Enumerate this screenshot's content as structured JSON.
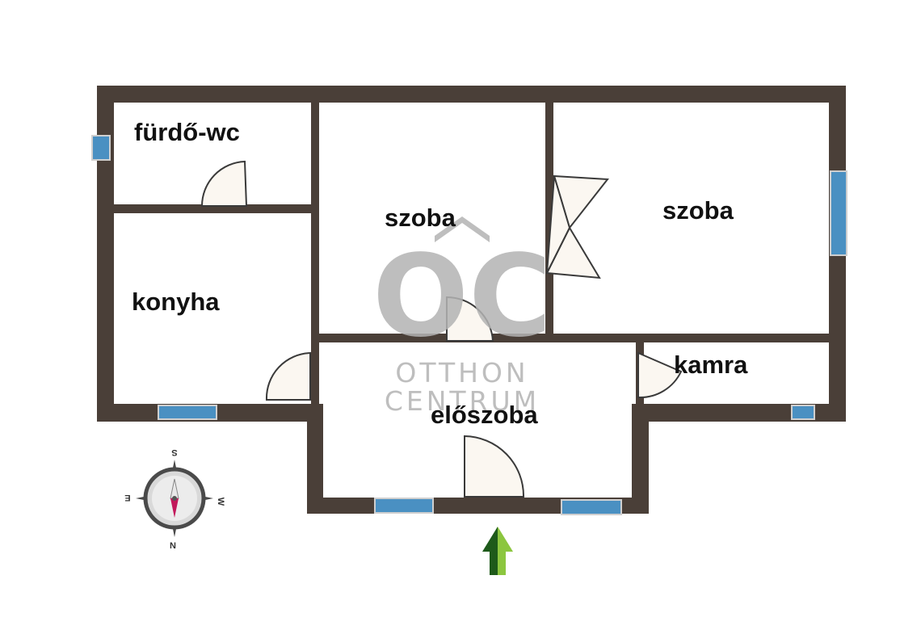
{
  "rooms": {
    "bathroom": "fürdő-wc",
    "kitchen": "konyha",
    "room_left": "szoba",
    "room_right": "szoba",
    "pantry": "kamra",
    "hallway": "előszoba"
  },
  "watermark": {
    "logo": "OC",
    "line1": "OTTHON",
    "line2": "CENTRUM"
  },
  "compass": {
    "top": "S",
    "bottom": "N",
    "left": "E",
    "right": "W"
  },
  "colors": {
    "wall": "#4a3f38",
    "window": "#4a90c2",
    "door_fill": "#fbf7f1",
    "entrance_arrow_dark": "#1e5a1a",
    "entrance_arrow_light": "#8cc63f",
    "watermark": "#b3b3b3"
  }
}
